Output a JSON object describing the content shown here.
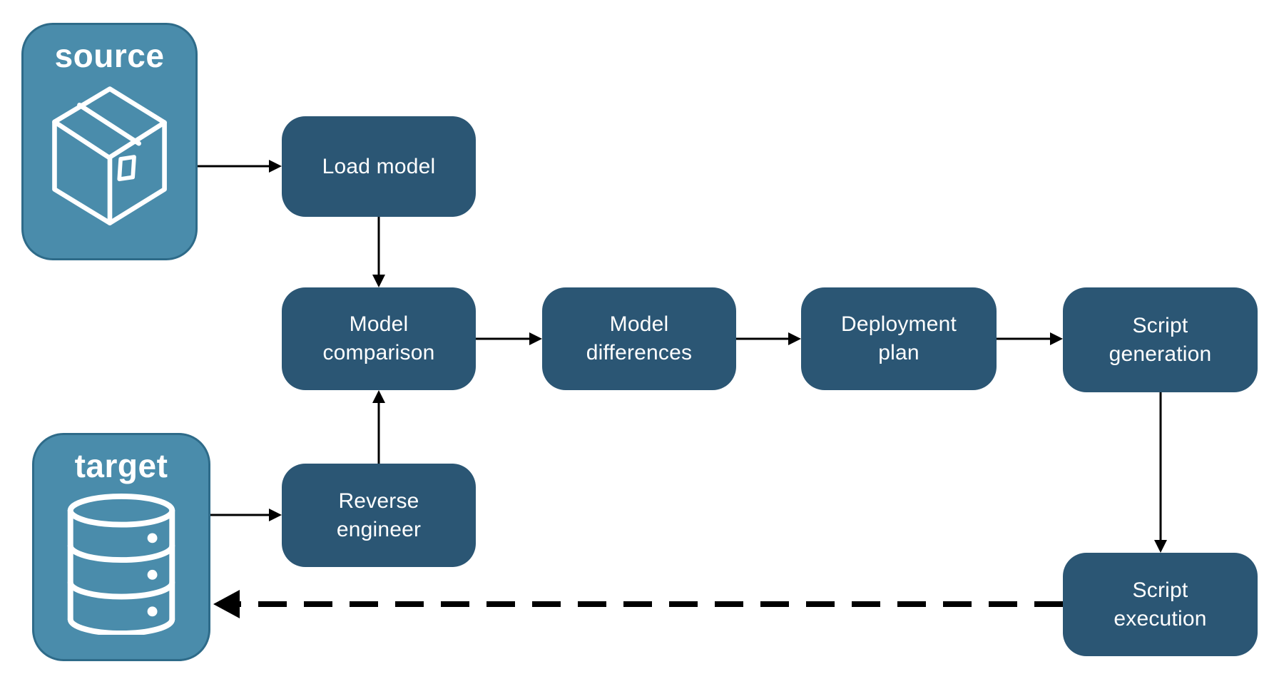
{
  "diagram": {
    "title": "schema compare deployment workflow",
    "colors": {
      "background": "#ffffff",
      "entity_fill": "#4A8CAB",
      "entity_border": "#2E6B89",
      "node_fill": "#2B5674",
      "text": "#FFFFFF",
      "arrow": "#000000"
    },
    "entities": [
      {
        "id": "source",
        "label": "source",
        "icon": "package-icon"
      },
      {
        "id": "target",
        "label": "target",
        "icon": "database-icon"
      }
    ],
    "nodes": [
      {
        "id": "load-model",
        "label": "Load model"
      },
      {
        "id": "model-comparison",
        "label": "Model\ncomparison"
      },
      {
        "id": "model-differences",
        "label": "Model\ndifferences"
      },
      {
        "id": "deployment-plan",
        "label": "Deployment\nplan"
      },
      {
        "id": "script-generation",
        "label": "Script\ngeneration"
      },
      {
        "id": "reverse-engineer",
        "label": "Reverse\nengineer"
      },
      {
        "id": "script-execution",
        "label": "Script\nexecution"
      }
    ],
    "edges": [
      {
        "from": "source",
        "to": "load-model",
        "style": "solid"
      },
      {
        "from": "load-model",
        "to": "model-comparison",
        "style": "solid"
      },
      {
        "from": "model-comparison",
        "to": "model-differences",
        "style": "solid"
      },
      {
        "from": "model-differences",
        "to": "deployment-plan",
        "style": "solid"
      },
      {
        "from": "deployment-plan",
        "to": "script-generation",
        "style": "solid"
      },
      {
        "from": "script-generation",
        "to": "script-execution",
        "style": "solid"
      },
      {
        "from": "target",
        "to": "reverse-engineer",
        "style": "solid"
      },
      {
        "from": "reverse-engineer",
        "to": "model-comparison",
        "style": "solid"
      },
      {
        "from": "script-execution",
        "to": "target",
        "style": "dashed"
      }
    ]
  }
}
